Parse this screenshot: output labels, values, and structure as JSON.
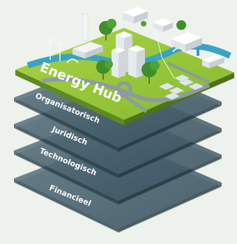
{
  "hub": {
    "title": "Energy Hub"
  },
  "layers": [
    {
      "label": "Organisatorisch"
    },
    {
      "label": "Juridisch"
    },
    {
      "label": "Technologisch"
    },
    {
      "label": "Financieel"
    }
  ],
  "colors": {
    "background": "#eef2ec",
    "layer_top": "#4b6470",
    "layer_side": "#2f4651",
    "grass": "#9ccb3b",
    "grass_dark": "#6e9a25",
    "water": "#3aa3c2",
    "road": "#8d9aa1",
    "tree": "#3f8f2a",
    "building": "#f2f4f5"
  }
}
